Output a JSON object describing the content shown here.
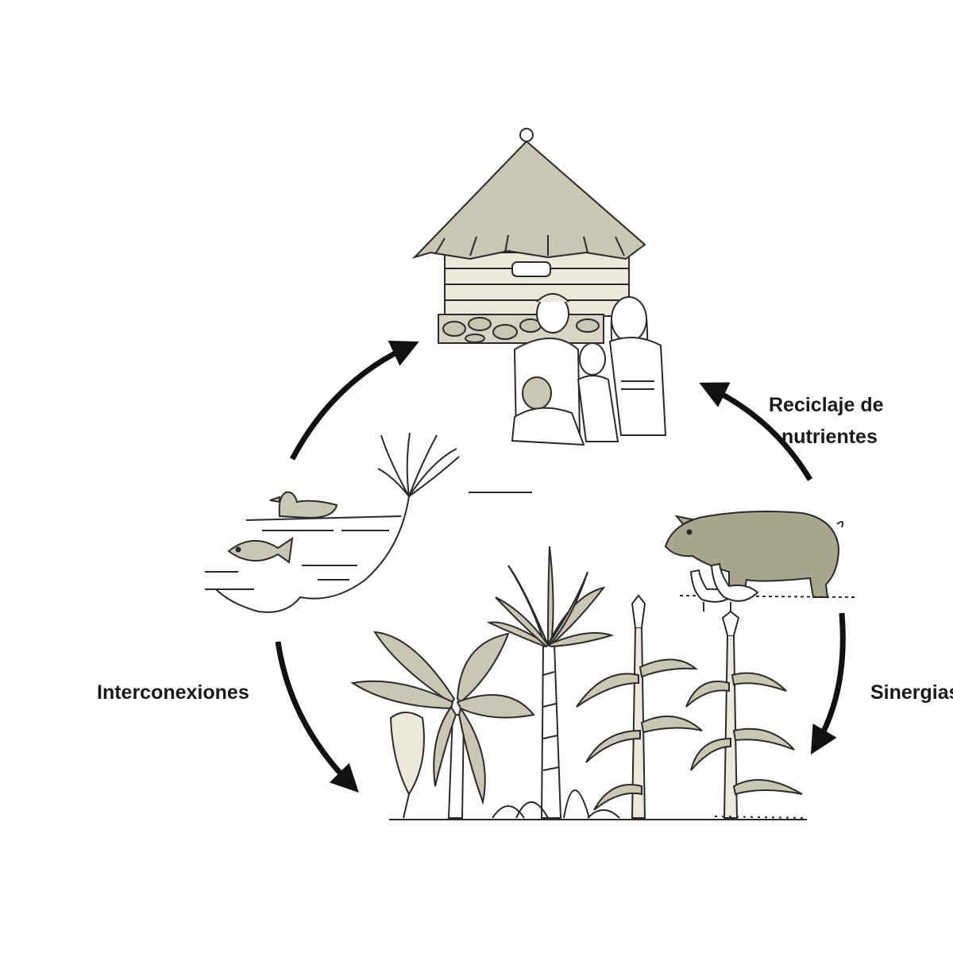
{
  "diagram": {
    "labels": {
      "recycling": [
        "Reciclaje de",
        "nutrientes"
      ],
      "interconnections": "Interconexiones",
      "synergy": "Sinergias"
    },
    "icons": [
      "hut-icon",
      "family-icon",
      "pond-icon",
      "duck-icon",
      "fish-icon",
      "pig-icon",
      "geese-icon",
      "banana-plant-icon",
      "palm-icon",
      "maize-icon"
    ],
    "colors": {
      "fill": "#c9c6b4",
      "ink": "#2a2a2a",
      "arrow": "#111111",
      "background": "#ffffff"
    }
  }
}
